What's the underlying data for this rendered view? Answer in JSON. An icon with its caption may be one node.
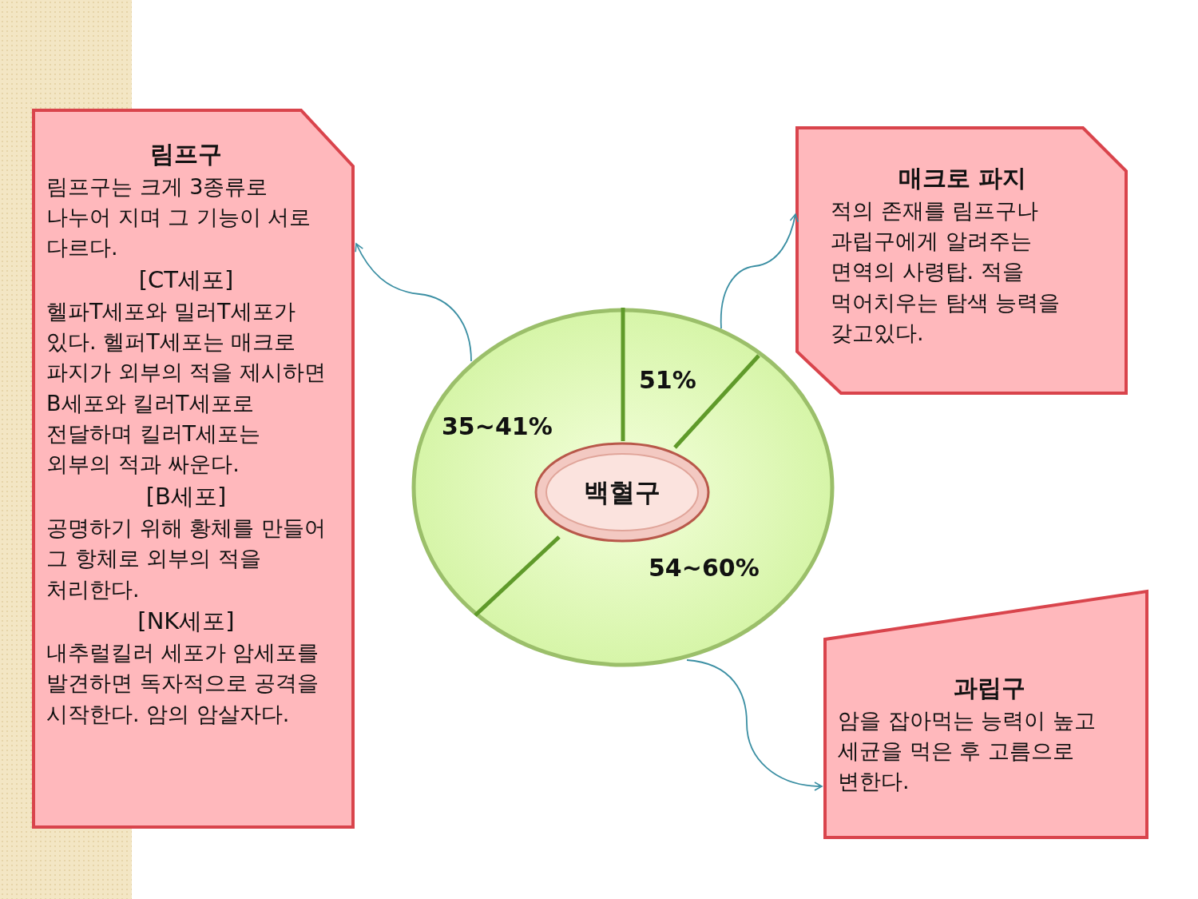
{
  "diagram": {
    "nodes": [
      {
        "text": [
          "51%",
          "35~41%",
          "54~60%"
        ]
      },
      {
        "text": [
          "백혈구"
        ],
        "in": 0
      },
      {
        "text": [
          "림프구",
          "림프구는 크게 3종류로 나누어 지며 그 기능이 서로 다르다.",
          "[CT세포]",
          "헬파T세포와 밀러T세포가 있다. 헬퍼T세포는 매크로 파지가 외부의 적을 제시하면 B세포와 킬러T세포로 전달하며 킬러T세포는 외부의 적과 싸운다.",
          "[B세포]",
          "공명하기 위해 황체를 만들어 그 항체로 외부의 적을 처리한다.",
          "[NK세포]",
          "내추럴킬러 세포가 암세포를 발견하면 독자적으로 공격을 시작한다. 암의 암살자다."
        ]
      },
      {
        "text": [
          "매크로 파지",
          "적의 존재를 림프구나 과립구에게 알려주는 면역의 사령탑. 적을 먹어치우는 탐색 능력을 갖고있다."
        ]
      },
      {
        "text": [
          "과립구",
          "암을 잡아먹는 능력이 높고 세균을 먹은 후 고름으로 변한다."
        ]
      }
    ],
    "edges": [
      {
        "from": 0,
        "to": 2,
        "arrow": "to"
      },
      {
        "from": 0,
        "to": 3,
        "arrow": "to"
      },
      {
        "from": 0,
        "to": 4,
        "arrow": "to"
      }
    ]
  }
}
